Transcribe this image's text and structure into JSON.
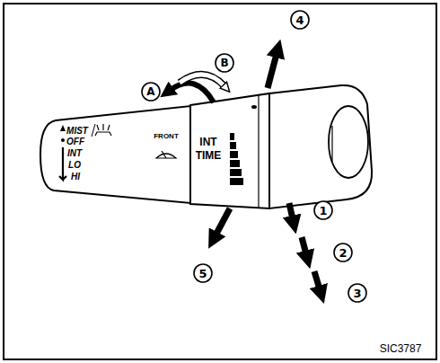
{
  "diagram": {
    "labels": [
      "MIST",
      "OFF",
      "INT",
      "LO",
      "HI",
      "FRONT",
      "INT TIME",
      "A",
      "B",
      "4",
      "1",
      "2",
      "3",
      "5",
      "SIC3787"
    ]
  }
}
